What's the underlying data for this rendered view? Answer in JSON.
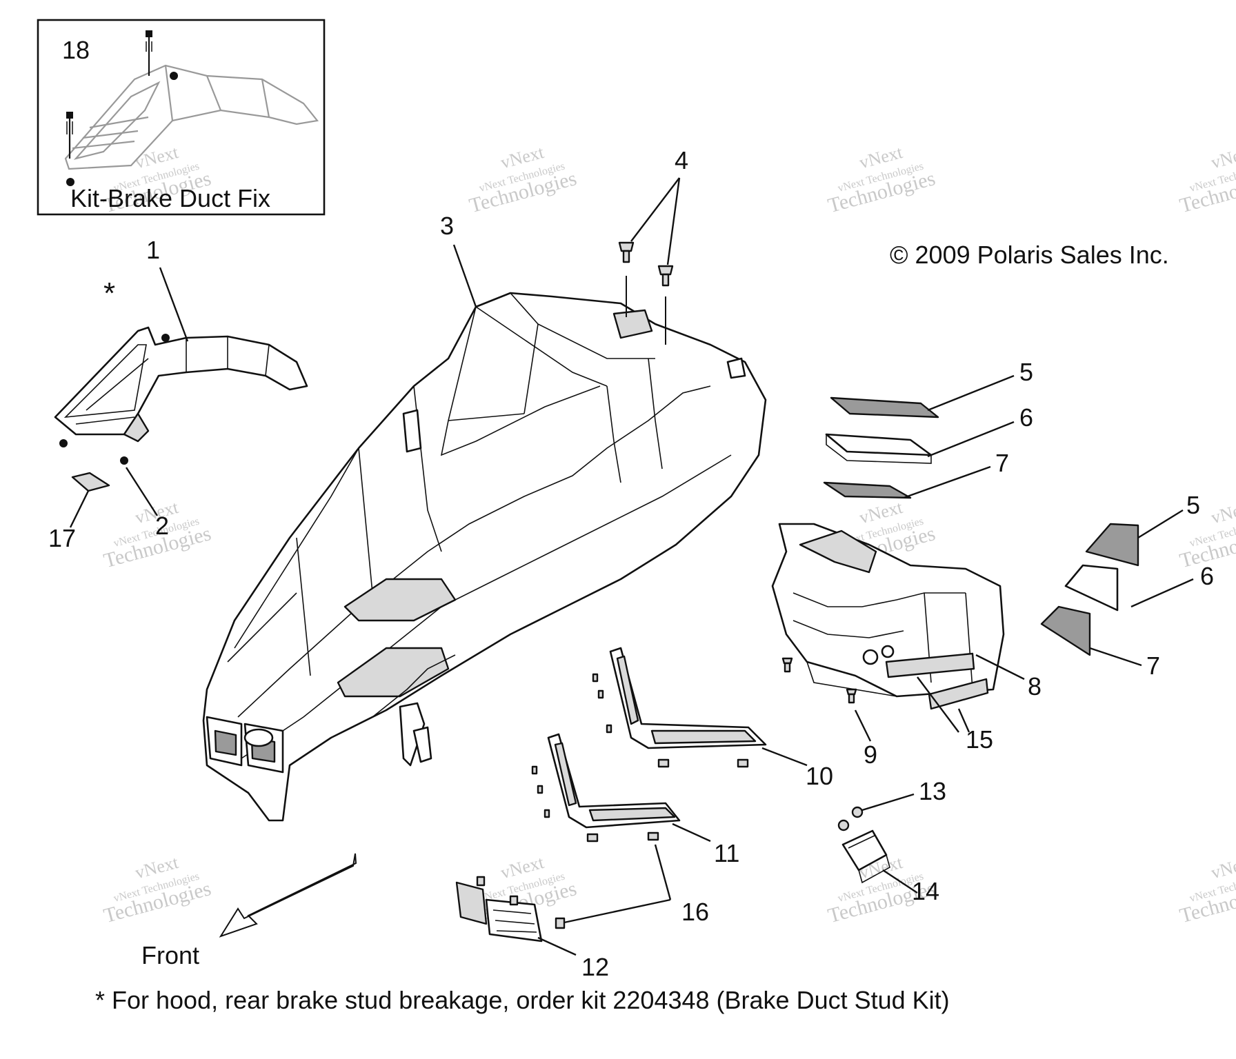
{
  "inset": {
    "number": "18",
    "caption": "Kit-Brake Duct Fix"
  },
  "copyright": "© 2009 Polaris Sales Inc.",
  "front_label": "Front",
  "asterisk": "*",
  "footnote": "* For hood, rear brake stud breakage, order kit 2204348 (Brake Duct Stud Kit)",
  "watermark": {
    "line1": "vNext Technologies",
    "line2": "vNext",
    "line3": "Technologies"
  },
  "callouts": {
    "c1": "1",
    "c2": "2",
    "c3": "3",
    "c4": "4",
    "c5a": "5",
    "c6a": "6",
    "c7a": "7",
    "c5b": "5",
    "c6b": "6",
    "c7b": "7",
    "c8": "8",
    "c9": "9",
    "c10": "10",
    "c11": "11",
    "c12": "12",
    "c13": "13",
    "c14": "14",
    "c15": "15",
    "c16": "16",
    "c17": "17"
  }
}
